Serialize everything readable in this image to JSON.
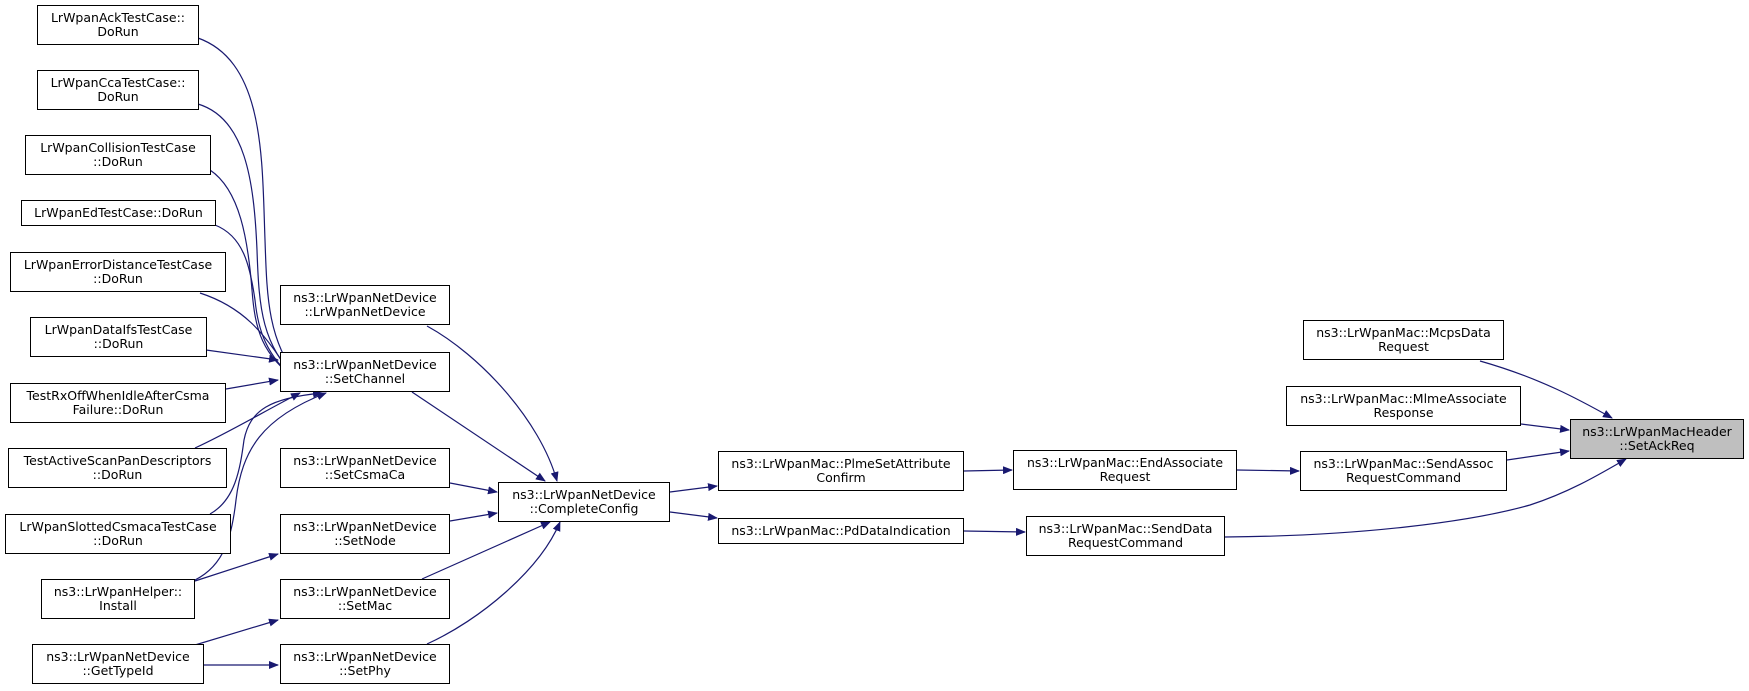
{
  "colors": {
    "edge": "#191970",
    "root_fill": "#bfbfbf",
    "node_fill": "#ffffff",
    "border": "#000000"
  },
  "nodes": {
    "ack": [
      "LrWpanAckTestCase::",
      "DoRun"
    ],
    "cca": [
      "LrWpanCcaTestCase::",
      "DoRun"
    ],
    "coll": [
      "LrWpanCollisionTestCase",
      "::DoRun"
    ],
    "ed": [
      "LrWpanEdTestCase::DoRun"
    ],
    "errdist": [
      "LrWpanErrorDistanceTestCase",
      "::DoRun"
    ],
    "ifs": [
      "LrWpanDataIfsTestCase",
      "::DoRun"
    ],
    "rxoff": [
      "TestRxOffWhenIdleAfterCsma",
      "Failure::DoRun"
    ],
    "scan": [
      "TestActiveScanPanDescriptors",
      "::DoRun"
    ],
    "slotted": [
      "LrWpanSlottedCsmacaTestCase",
      "::DoRun"
    ],
    "helper": [
      "ns3::LrWpanHelper::",
      "Install"
    ],
    "typeid": [
      "ns3::LrWpanNetDevice",
      "::GetTypeId"
    ],
    "ctor": [
      "ns3::LrWpanNetDevice",
      "::LrWpanNetDevice"
    ],
    "setchannel": [
      "ns3::LrWpanNetDevice",
      "::SetChannel"
    ],
    "setcsmaca": [
      "ns3::LrWpanNetDevice",
      "::SetCsmaCa"
    ],
    "setnode": [
      "ns3::LrWpanNetDevice",
      "::SetNode"
    ],
    "setmac": [
      "ns3::LrWpanNetDevice",
      "::SetMac"
    ],
    "setphy": [
      "ns3::LrWpanNetDevice",
      "::SetPhy"
    ],
    "complete": [
      "ns3::LrWpanNetDevice",
      "::CompleteConfig"
    ],
    "plme": [
      "ns3::LrWpanMac::PlmeSetAttribute",
      "Confirm"
    ],
    "pdind": [
      "ns3::LrWpanMac::PdDataIndication"
    ],
    "endassoc": [
      "ns3::LrWpanMac::EndAssociate",
      "Request"
    ],
    "senddata": [
      "ns3::LrWpanMac::SendData",
      "RequestCommand"
    ],
    "mcps": [
      "ns3::LrWpanMac::McpsData",
      "Request"
    ],
    "mlme": [
      "ns3::LrWpanMac::MlmeAssociate",
      "Response"
    ],
    "sendassoc": [
      "ns3::LrWpanMac::SendAssoc",
      "RequestCommand"
    ],
    "root": [
      "ns3::LrWpanMacHeader",
      "::SetAckReq"
    ]
  }
}
